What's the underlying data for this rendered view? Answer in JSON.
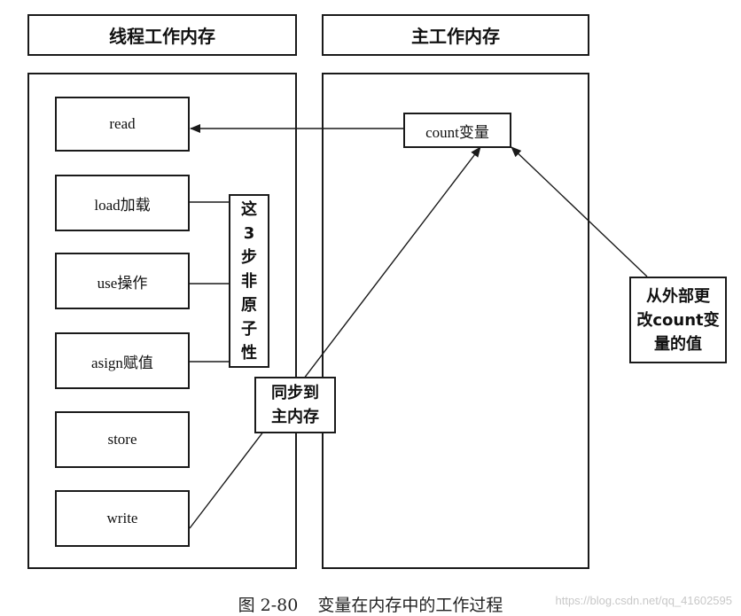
{
  "headers": {
    "thread_memory": "线程工作内存",
    "main_memory": "主工作内存"
  },
  "operations": {
    "read": "read",
    "load": "load加载",
    "use": "use操作",
    "assign": "asign赋值",
    "store": "store",
    "write": "write"
  },
  "variable_box": "count变量",
  "non_atomic_note": [
    "这",
    "3",
    "步",
    "非",
    "原",
    "子",
    "性"
  ],
  "sync_note": [
    "同步到",
    "主内存"
  ],
  "external_note": [
    "从外部更",
    "改count变",
    "量的值"
  ],
  "caption": {
    "figure_number": "图 2-80",
    "title": "变量在内存中的工作过程"
  },
  "watermark": "https://blog.csdn.net/qq_41602595"
}
